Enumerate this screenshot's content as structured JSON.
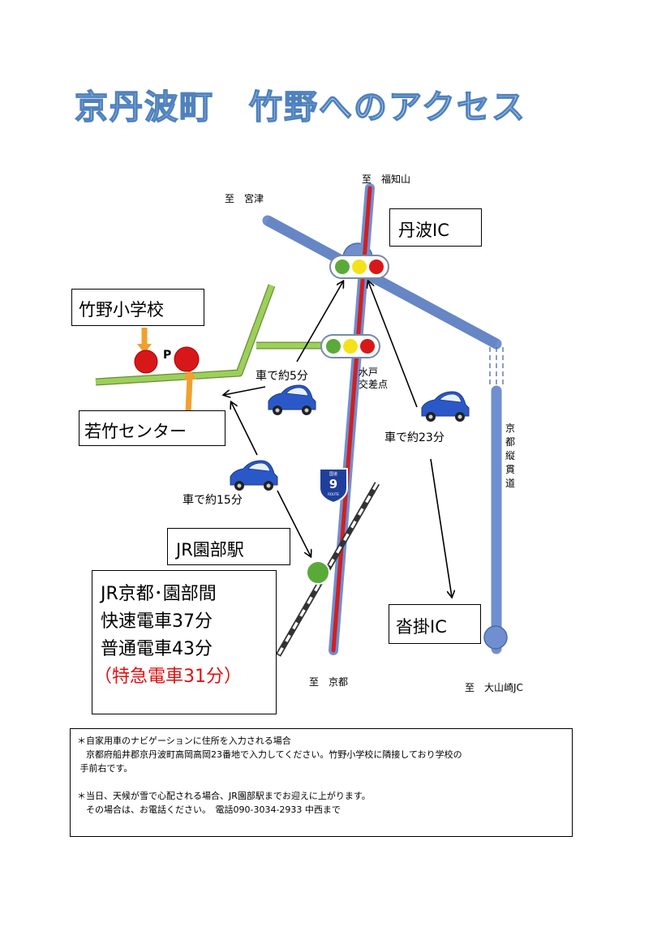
{
  "title": "京丹波町　竹野へのアクセス",
  "destinations": {
    "fukuchiyama": "至　福知山",
    "miyazu": "至　宮津",
    "kyoto": "至　京都",
    "oyamazaki": "至　大山崎JC"
  },
  "boxes": {
    "tanba_ic": "丹波IC",
    "takeno_school": "竹野小学校",
    "wakatake_center": "若竹センター",
    "sonobe_station": "JR園部駅",
    "kutsukake_ic": "沓掛IC"
  },
  "parking_label": "P",
  "intersection": "水戸\n交差点",
  "travel_times": {
    "car_5": "車で約5分",
    "car_23": "車で約23分",
    "car_15": "車で約15分"
  },
  "expressway_label": "京都縦貫道",
  "route_sign": {
    "top": "国道",
    "number": "9",
    "bottom": "ROUTE"
  },
  "train_info": {
    "line1": "JR京都･園部間",
    "line2": "快速電車37分",
    "line3": "普通電車43分",
    "line4": "（特急電車31分）"
  },
  "notes": {
    "note1_title": "＊自家用車のナビゲーションに住所を入力される場合",
    "note1_body": "　京都府船井郡京丹波町高岡高岡23番地で入力してください。竹野小学校に隣接しており学校の\n 手前右です。",
    "note2_title": "＊当日、天候が雪で心配される場合、JR園部駅までお迎えに上がります。",
    "note2_body": "　その場合は、お電話ください。　電話090-3034-2933 中西まで"
  },
  "colors": {
    "title_fill": "#c8ddf2",
    "title_stroke": "#4f81bd",
    "road_blue": "#6f8fd0",
    "route9_red": "#d02020",
    "local_road_green": "#9bd15a",
    "arrow_orange": "#f0a030",
    "light_green": "#5aaa3a",
    "light_yellow": "#f3e21a",
    "light_red": "#d81818",
    "car_blue": "#2a58c8",
    "express_red": "#e01010"
  }
}
